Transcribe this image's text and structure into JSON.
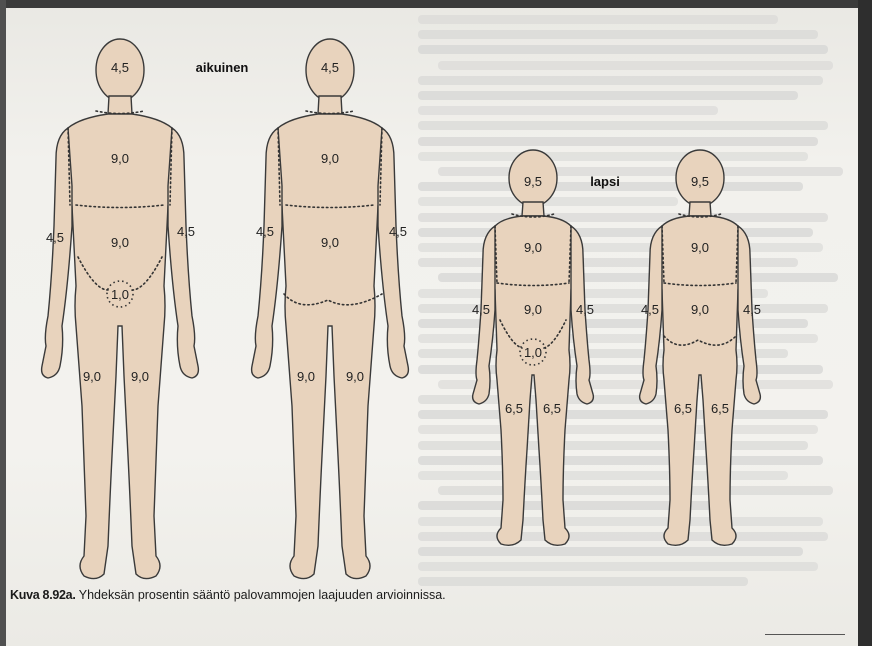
{
  "labels": {
    "adult_title": "aikuinen",
    "child_title": "lapsi",
    "adult_front": {
      "head": "4,5",
      "chest": "9,0",
      "left_arm": "4,5",
      "abdomen": "9,0",
      "right_arm": "4,5",
      "genital": "1,0",
      "left_leg": "9,0",
      "right_leg": "9,0"
    },
    "adult_back": {
      "head": "4,5",
      "upper_back": "9,0",
      "left_arm": "4,5",
      "lower_back": "9,0",
      "right_arm": "4,5",
      "left_leg": "9,0",
      "right_leg": "9,0"
    },
    "child_front": {
      "head": "9,5",
      "chest": "9,0",
      "left_arm": "4,5",
      "abdomen": "9,0",
      "right_arm": "4,5",
      "genital": "1,0",
      "left_leg": "6,5",
      "right_leg": "6,5"
    },
    "child_back": {
      "head": "9,5",
      "upper_back": "9,0",
      "left_arm": "4,5",
      "lower_back": "9,0",
      "right_arm": "4,5",
      "left_leg": "6,5",
      "right_leg": "6,5"
    }
  },
  "caption": {
    "number": "Kuva 8.92a.",
    "text": " Yhdeksän prosentin sääntö palovammojen laajuuden arvioinnissa."
  },
  "colors": {
    "skin": "#e8d3bd",
    "outline": "#3a3a3a",
    "paper": "#f2f1ed"
  }
}
